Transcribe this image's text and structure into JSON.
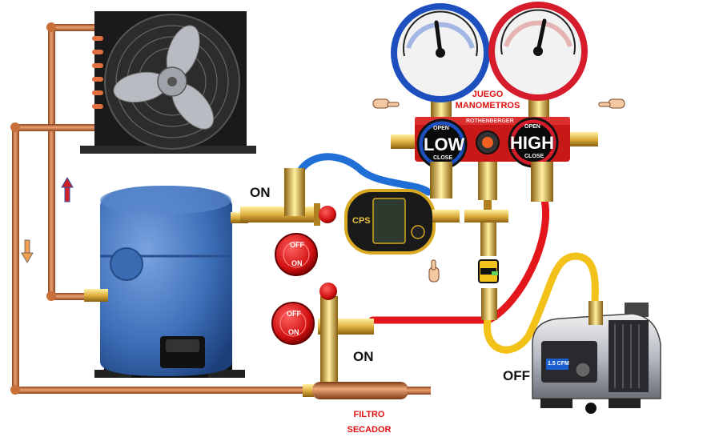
{
  "labels": {
    "on_top": "ON",
    "on_bottom": "ON",
    "off_pump": "OFF",
    "juego": "JUEGO",
    "manometros": "MANOMETROS",
    "filtro": "FILTRO",
    "secador": "SECADOR"
  },
  "manifold": {
    "low": "LOW",
    "high": "HIGH",
    "open": "OPEN",
    "close": "CLOSE",
    "brand": "ROTHENBERGER"
  },
  "valve_knobs": {
    "off": "OFF",
    "on": "ON"
  },
  "vacuum_gauge_brand": "CPS",
  "pump_badge": "1.5 CFM",
  "colors": {
    "copper": "#c8703a",
    "blue_hose": "#1f6fd6",
    "red_hose": "#e3161b",
    "yellow_hose": "#f2c21b",
    "compressor": "#3d6fb8",
    "low_gauge": "#1d4fbf",
    "high_gauge": "#d61c2a",
    "brass": "#e0b040"
  }
}
